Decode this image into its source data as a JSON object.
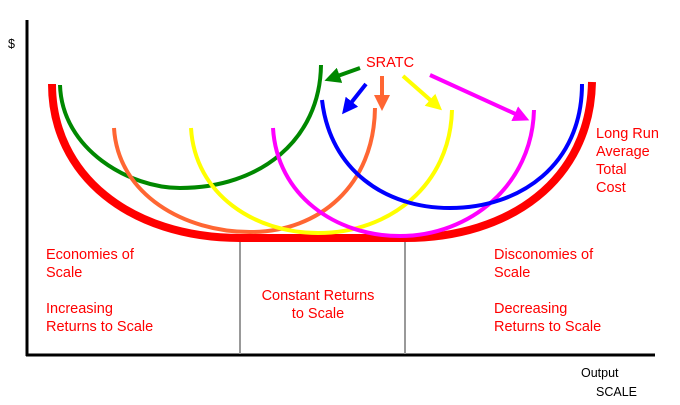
{
  "axes": {
    "y_label": "$",
    "x_label_line1": "Output",
    "x_label_line2": "SCALE"
  },
  "sratc_label": "SRATC",
  "lratc_label": [
    "Long Run",
    "Average",
    "Total",
    "Cost"
  ],
  "regions": {
    "economies": [
      "Economies of",
      "Scale"
    ],
    "increasing": [
      "Increasing",
      "Returns to Scale"
    ],
    "constant": [
      "Constant Returns",
      "to Scale"
    ],
    "diseconomies": [
      "Disconomies of",
      "Scale"
    ],
    "decreasing": [
      "Decreasing",
      "Returns to Scale"
    ]
  },
  "colors": {
    "lratc": "#ff0000",
    "labels": "#ff0000",
    "sratc_curves": [
      "#008800",
      "#ff6633",
      "#ffff00",
      "#ff00ff",
      "#0000ff"
    ],
    "dividers": "#999999",
    "axis": "#000000"
  }
}
